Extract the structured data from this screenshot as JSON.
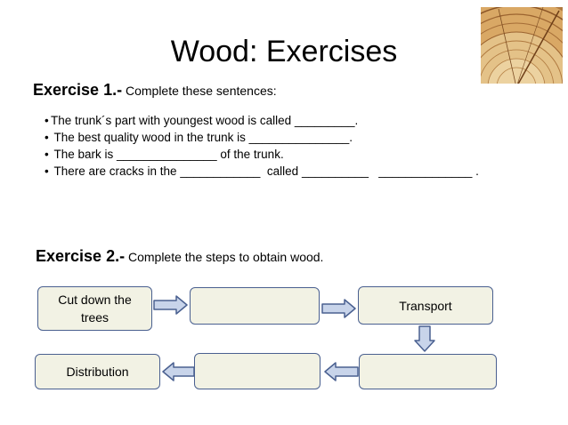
{
  "title": "Wood: Exercises",
  "exercise1": {
    "heading": "Exercise 1.-",
    "instruction": " Complete these sentences:",
    "sentences": [
      {
        "bullet": "•",
        "text": "The trunk´s part with youngest wood is called _________."
      },
      {
        "bullet": "•",
        "text": " The best quality wood in the trunk is _______________."
      },
      {
        "bullet": "•",
        "text": " The bark is _______________ of the trunk."
      },
      {
        "bullet": "•",
        "text": " There are cracks in the ____________  called __________   ______________ ."
      }
    ]
  },
  "exercise2": {
    "heading": "Exercise 2.-",
    "instruction": " Complete the steps to obtain wood.",
    "steps": {
      "cut": "Cut down the trees",
      "blank1": "",
      "transport": "Transport",
      "blank2": "",
      "blank3": "",
      "distribution": "Distribution"
    }
  },
  "image": {
    "icon": "wood-cross-section"
  },
  "colors": {
    "box_fill": "#f2f2e4",
    "box_border": "#4a6090",
    "arrow_fill": "#c8d4ea",
    "arrow_stroke": "#4a6090"
  }
}
